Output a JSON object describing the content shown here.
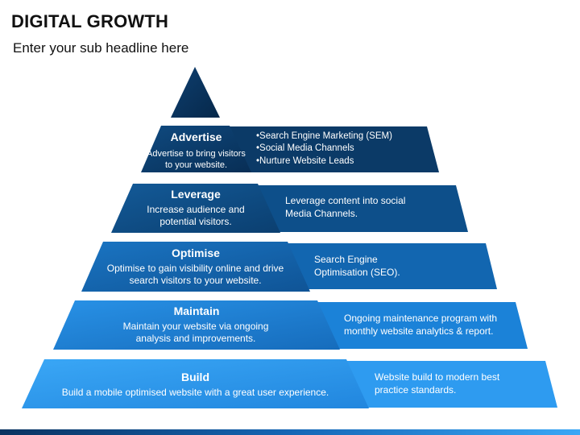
{
  "title": "DIGITAL GROWTH",
  "subtitle": "Enter your sub headline here",
  "layers": [
    {
      "heading": "Advertise",
      "description": "Advertise to bring visitors to your website.",
      "side_bullets": [
        "•Search Engine Marketing (SEM)",
        "•Social Media Channels",
        "•Nurture Website Leads"
      ]
    },
    {
      "heading": "Leverage",
      "description": "Increase audience and potential visitors.",
      "side_text": "Leverage content into social Media Channels."
    },
    {
      "heading": "Optimise",
      "description": "Optimise to gain visibility online and drive search visitors to your website.",
      "side_text": "Search Engine Optimisation (SEO)."
    },
    {
      "heading": "Maintain",
      "description": "Maintain your website via ongoing analysis and improvements.",
      "side_text": "Ongoing maintenance program with monthly website analytics & report."
    },
    {
      "heading": "Build",
      "description": "Build a mobile optimised website with a great user experience.",
      "side_text": "Website build to modern best practice standards."
    }
  ],
  "colors": {
    "tier_1": "#0b3a67",
    "tier_2": "#0d4f8a",
    "tier_3": "#1266b0",
    "tier_4": "#1b82d8",
    "tier_5": "#2e9bf0"
  }
}
